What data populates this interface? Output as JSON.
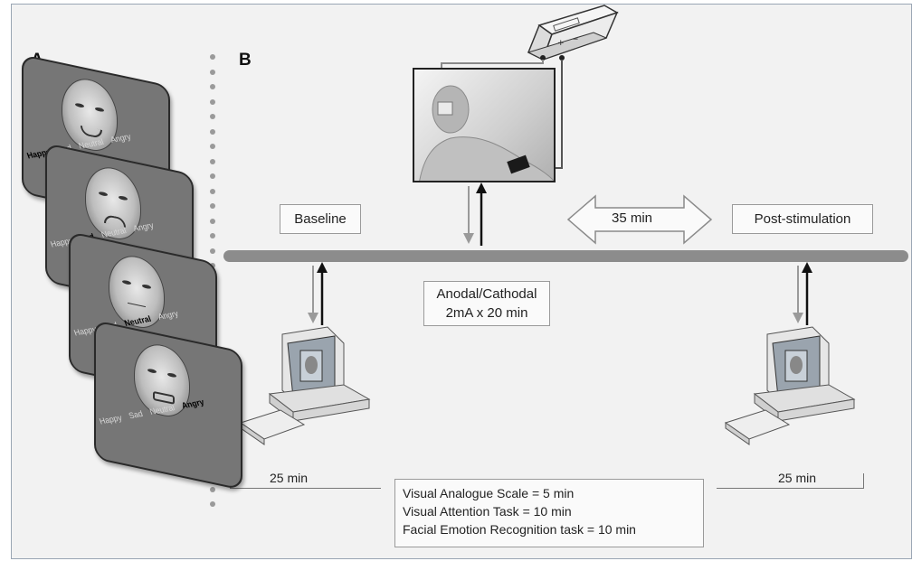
{
  "panel_a": {
    "label": "A",
    "cards": [
      {
        "labels": [
          "Happy",
          "Sad",
          "Neutral",
          "Angry"
        ],
        "active": 0,
        "expression": "happy"
      },
      {
        "labels": [
          "Happy",
          "Sad",
          "Neutral",
          "Angry"
        ],
        "active": 1,
        "expression": "sad"
      },
      {
        "labels": [
          "Happy",
          "Sad",
          "Neutral",
          "Angry"
        ],
        "active": 2,
        "expression": "neutral"
      },
      {
        "labels": [
          "Happy",
          "Sad",
          "Neutral",
          "Angry"
        ],
        "active": 3,
        "expression": "angry"
      }
    ]
  },
  "panel_b": {
    "label": "B",
    "baseline_label": "Baseline",
    "post_label": "Post-stimulation",
    "interval_label": "35 min",
    "stimulation_line1": "Anodal/Cathodal",
    "stimulation_line2": "2mA x 20 min",
    "left_duration": "25 min",
    "right_duration": "25 min",
    "tasks": [
      "Visual Analogue Scale = 5 min",
      "Visual Attention Task = 10 min",
      "Facial Emotion Recognition task = 10 min"
    ]
  },
  "colors": {
    "card_fill": "#767676",
    "timeline": "#8c8c8c",
    "arrow_grey": "#9a9a9a",
    "arrow_black": "#111111"
  }
}
